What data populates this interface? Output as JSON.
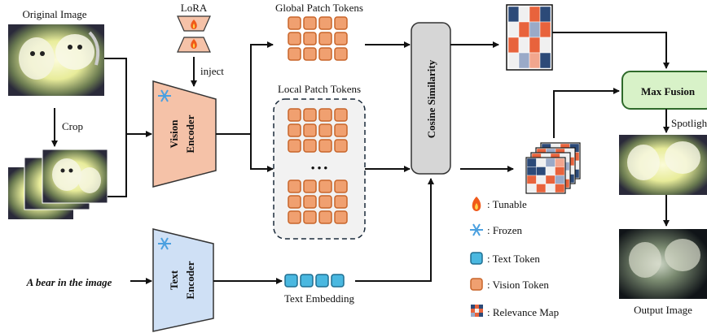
{
  "labels": {
    "original_image": "Original Image",
    "crop": "Crop",
    "lora": "LoRA",
    "inject": "inject",
    "vision_encoder_line1": "Vision",
    "vision_encoder_line2": "Encoder",
    "text_encoder_line1": "Text",
    "text_encoder_line2": "Encoder",
    "global_patch_tokens": "Global Patch Tokens",
    "local_patch_tokens": "Local Patch Tokens",
    "ellipsis": "• • •",
    "cosine_similarity": "Cosine Similarity",
    "max_fusion": "Max Fusion",
    "spotlight": "Spotligh",
    "output_image": "Output Image",
    "text_embedding": "Text Embedding",
    "prompt": "A bear in the image"
  },
  "legend": [
    {
      "icon": "fire-icon",
      "label": ": Tunable"
    },
    {
      "icon": "snowflake-icon",
      "label": ": Frozen"
    },
    {
      "icon": "text-token-icon",
      "label": ": Text Token"
    },
    {
      "icon": "vision-token-icon",
      "label": ": Vision Token"
    },
    {
      "icon": "relevance-map-icon",
      "label": ": Relevance Map"
    }
  ],
  "colors": {
    "vision_token": "#f0a070",
    "vision_token_stroke": "#c8652a",
    "text_token": "#4ab8e0",
    "text_token_stroke": "#1f6e90",
    "vision_encoder": "#f5c2a8",
    "text_encoder": "#cfe0f5",
    "cosine_box": "#d6d6d6",
    "max_fusion_box": "#d8f2c8",
    "max_fusion_stroke": "#2e6a2a",
    "map_dark_blue": "#2c4a78",
    "map_orange": "#e8633c",
    "map_gray": "#9aaac8",
    "map_light": "#f0f0f0",
    "map_pink": "#f2a68e"
  },
  "global_map_cells": [
    [
      "dark",
      "light",
      "orange",
      "dark"
    ],
    [
      "light",
      "orange",
      "gray",
      "orange"
    ],
    [
      "orange",
      "light",
      "orange",
      "light"
    ],
    [
      "light",
      "gray",
      "pink",
      "dark"
    ]
  ]
}
